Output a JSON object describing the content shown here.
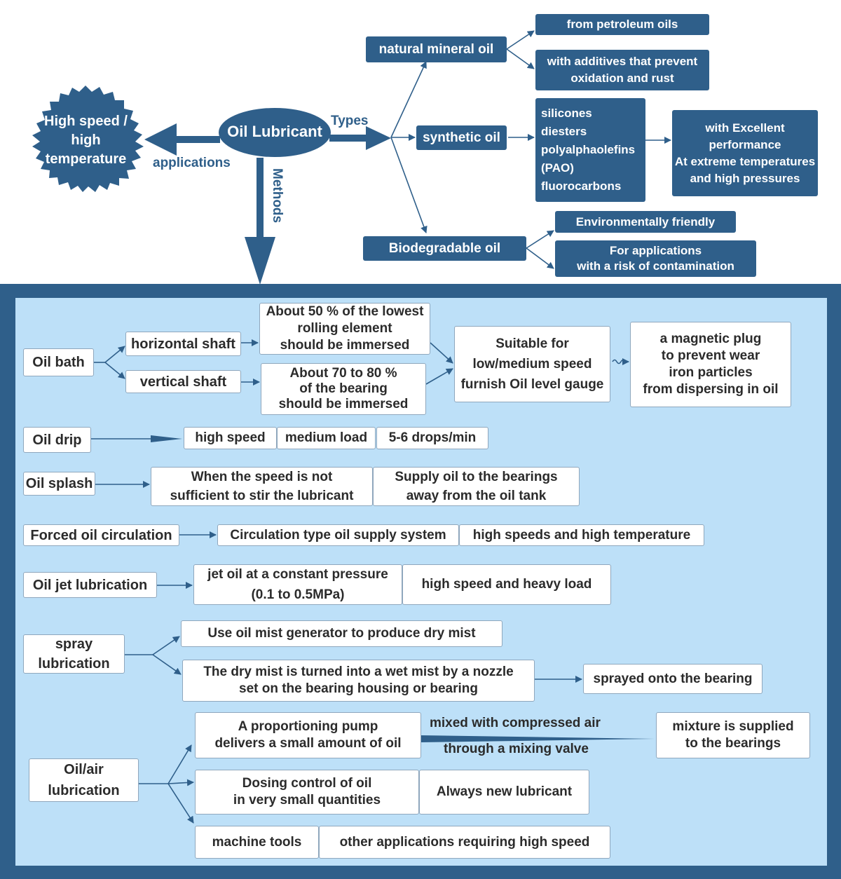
{
  "colors": {
    "dark": "#2f5f8a",
    "panel": "#bde0f8",
    "outer": "#2f5f8a"
  },
  "top": {
    "center": "Oil Lubricant",
    "burst": [
      "High speed /",
      "high",
      "temperature"
    ],
    "applications_label": "applications",
    "types_label": "Types",
    "methods_label": "Methods",
    "natural": "natural mineral oil",
    "natural_details": [
      "from petroleum oils",
      "with additives that prevent",
      "oxidation and rust"
    ],
    "synthetic": "synthetic oil",
    "synthetic_list": [
      "silicones",
      "diesters",
      "polyalphaolefins",
      "(PAO)",
      "fluorocarbons"
    ],
    "synthetic_detail": [
      "with Excellent",
      "performance",
      "At extreme temperatures",
      "and high pressures"
    ],
    "bio": "Biodegradable oil",
    "bio_details": [
      "Environmentally friendly",
      "For applications",
      "with a risk of contamination"
    ]
  },
  "methods": {
    "oil_bath": {
      "title": "Oil bath",
      "horizontal": "horizontal shaft",
      "vertical": "vertical shaft",
      "h_detail": [
        "About 50 % of the lowest",
        "rolling element",
        "should be immersed"
      ],
      "v_detail": [
        "About 70 to 80 %",
        "of the bearing",
        "should be immersed"
      ],
      "suitable": [
        "Suitable for",
        "low/medium speed",
        "furnish Oil level gauge"
      ],
      "plug": [
        "a magnetic plug",
        "to prevent wear",
        "iron particles",
        "from dispersing in oil"
      ]
    },
    "oil_drip": {
      "title": "Oil drip",
      "items": [
        "high speed",
        "medium load",
        "5-6 drops/min"
      ]
    },
    "oil_splash": {
      "title": "Oil splash",
      "a": [
        "When the speed is not",
        "sufficient to stir the lubricant"
      ],
      "b": [
        "Supply oil to the bearings",
        "away from the oil tank"
      ]
    },
    "forced": {
      "title": "Forced oil circulation",
      "a": "Circulation type oil supply system",
      "b": "high speeds and high temperature"
    },
    "jet": {
      "title": "Oil jet lubrication",
      "a": [
        "jet oil at a constant pressure",
        "(0.1 to 0.5MPa)"
      ],
      "b": "high speed and heavy load"
    },
    "spray": {
      "title": [
        "spray",
        "lubrication"
      ],
      "a": "Use oil mist generator to produce dry mist",
      "b": [
        "The dry mist is turned into a wet mist by a nozzle",
        "set on the bearing housing or bearing"
      ],
      "c": "sprayed onto the bearing"
    },
    "oil_air": {
      "title": [
        "Oil/air",
        "lubrication"
      ],
      "pump": [
        "A proportioning pump",
        "delivers a small amount of oil"
      ],
      "mixed_top": "mixed with compressed air",
      "mixed_bottom": "through a mixing valve",
      "supplied": [
        "mixture is supplied",
        "to the bearings"
      ],
      "dosing": [
        "Dosing control of oil",
        "in very small quantities"
      ],
      "new": "Always new lubricant",
      "machine": "machine tools",
      "other": "other applications requiring high speed"
    }
  }
}
